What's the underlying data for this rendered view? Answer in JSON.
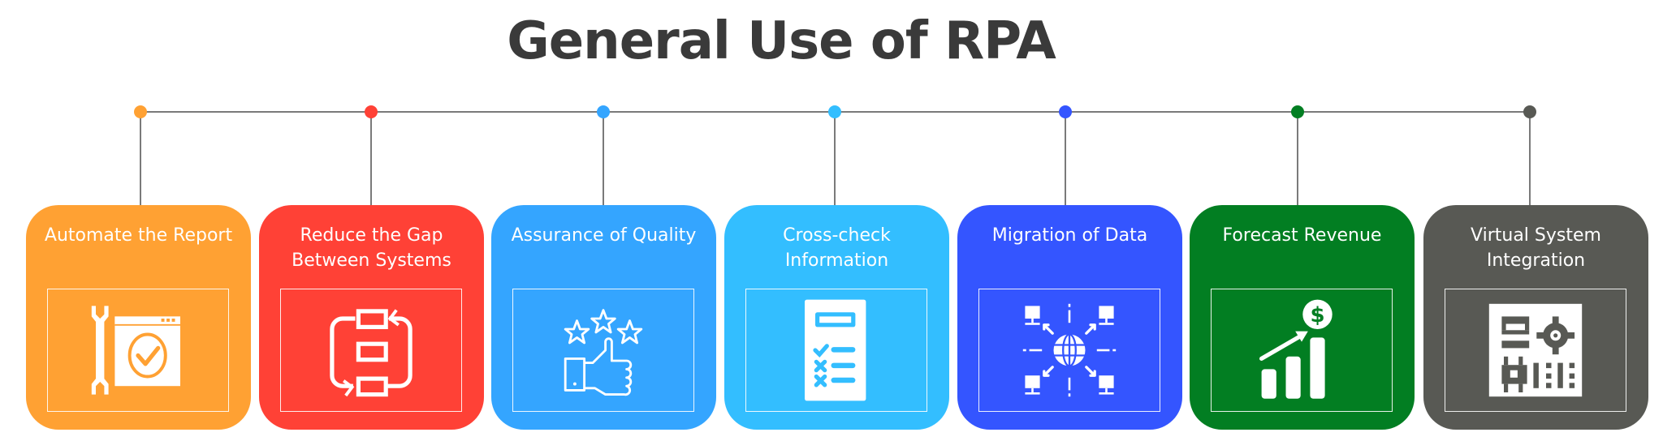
{
  "title": "General Use of RPA",
  "timeline": {
    "line_color": "#7a7a7a"
  },
  "items": [
    {
      "label": "Automate the Report",
      "color": "#FFA133",
      "icon": "wrench-window-check-icon"
    },
    {
      "label": "Reduce the Gap Between Systems",
      "color": "#FF4136",
      "icon": "system-cycle-icon"
    },
    {
      "label": "Assurance of Quality",
      "color": "#34A5FF",
      "icon": "thumbs-up-stars-icon"
    },
    {
      "label": "Cross-check Information",
      "color": "#33BEFF",
      "icon": "checklist-icon"
    },
    {
      "label": "Migration of Data",
      "color": "#3455FF",
      "icon": "globe-network-icon"
    },
    {
      "label": "Forecast Revenue",
      "color": "#027E22",
      "icon": "growth-chart-dollar-icon"
    },
    {
      "label": "Virtual System Integration",
      "color": "#585954",
      "icon": "circuit-gear-icon"
    }
  ]
}
